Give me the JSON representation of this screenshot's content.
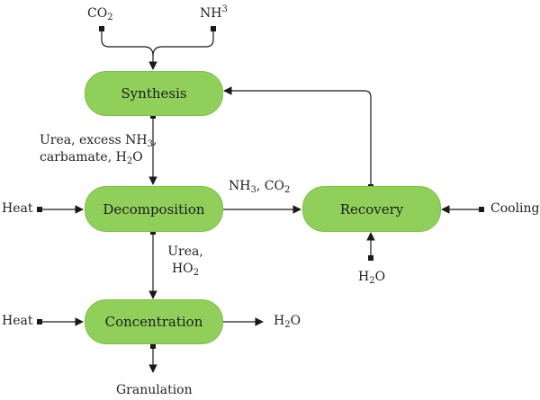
{
  "nodes": {
    "synthesis": "Synthesis",
    "decomposition": "Decomposition",
    "recovery": "Recovery",
    "concentration": "Concentration"
  },
  "inputs": {
    "co2_prefix": "CO",
    "co2_sub": "2",
    "nh_prefix": "NH",
    "nh_sup": "3",
    "heat_top": "Heat",
    "heat_bottom": "Heat",
    "cooling": "Cooling",
    "water_recovery_prefix": "H",
    "water_recovery_sub": "2",
    "water_recovery_suffix": "O"
  },
  "outputs": {
    "water_prefix": "H",
    "water_sub": "2",
    "water_suffix": "O",
    "granulation": "Granulation"
  },
  "flows": {
    "synth_l1_a": "Urea, excess NH",
    "synth_l1_sub": "3",
    "synth_l1_b": ",",
    "synth_l2_a": "carbamate, H",
    "synth_l2_sub": "2",
    "synth_l2_b": "O",
    "recov_a": "NH",
    "recov_sub1": "3",
    "recov_b": ", CO",
    "recov_sub2": "2",
    "decomp_l1": "Urea,",
    "decomp_l2_a": "HO",
    "decomp_l2_sub": "2"
  },
  "colors": {
    "node_fill": "#8fcf5a",
    "line": "#1a1a1a"
  }
}
